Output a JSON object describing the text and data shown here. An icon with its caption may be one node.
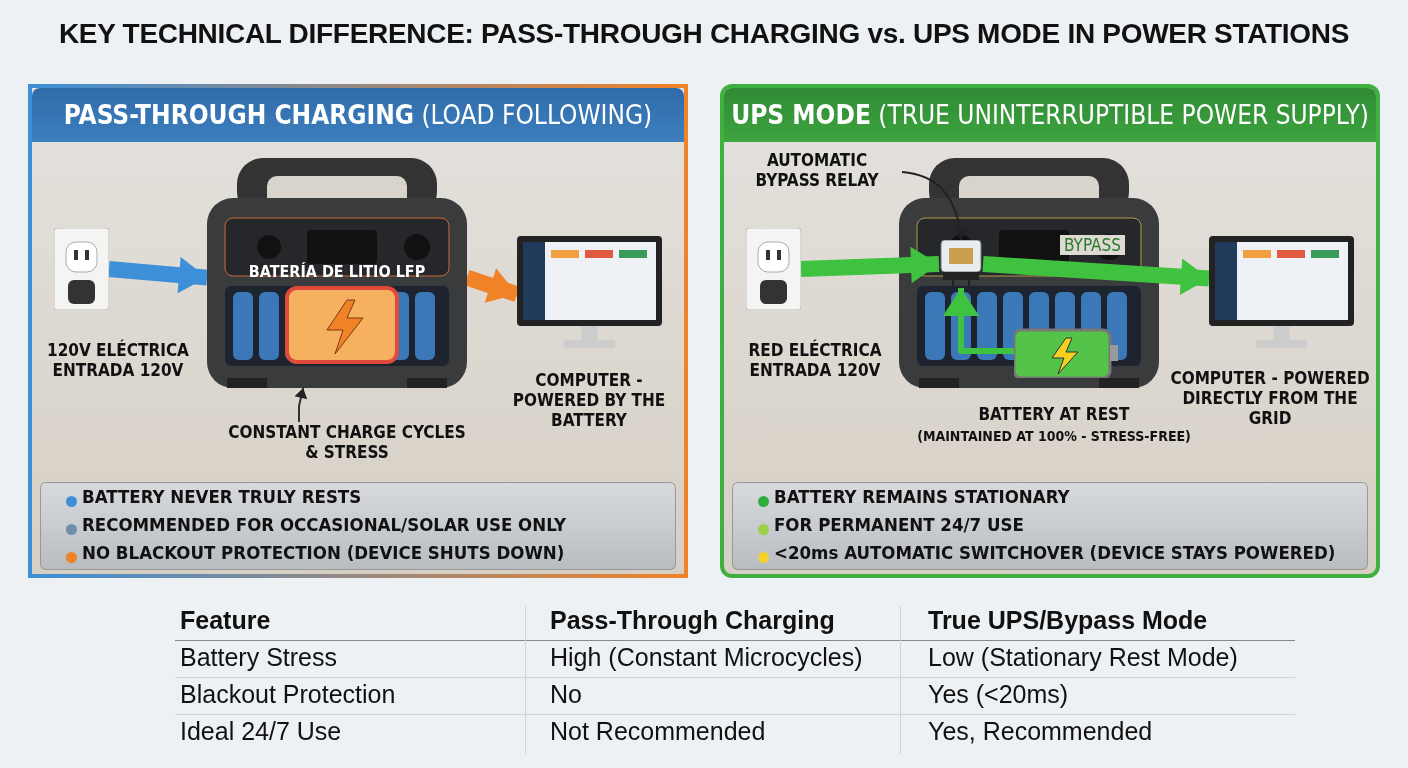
{
  "diagram": {
    "title": "KEY TECHNICAL DIFFERENCE: PASS-THROUGH CHARGING vs. UPS MODE IN POWER STATIONS",
    "nodes": [
      {
        "text": [
          "**PASS-THROUGH CHARGING** (LOAD FOLLOWING)"
        ]
      },
      {
        "text": [],
        "shape": "picture",
        "in": 0,
        "beside": [
          "120V ELÉCTRICA ENTRADA 120V"
        ]
      },
      {
        "text": [
          "BATERÍA DE LITIO LFP"
        ],
        "in": 0
      },
      {
        "text": [],
        "shape": "picture",
        "in": 0,
        "beside": [
          "COMPUTER - POWERED BY THE BATTERY"
        ]
      },
      {
        "text": [
          "CONSTANT CHARGE CYCLES & STRESS"
        ],
        "in": 0
      },
      {
        "text": [
          "BATTERY NEVER TRULY RESTS",
          "RECOMMENDED FOR OCCASIONAL/SOLAR USE ONLY",
          "NO BLACKOUT PROTECTION (DEVICE SHUTS DOWN)"
        ],
        "in": 0
      },
      {
        "text": [
          "**UPS MODE** (TRUE UNINTERRUPTIBLE POWER SUPPLY)"
        ]
      },
      {
        "text": [
          "AUTOMATIC BYPASS RELAY"
        ],
        "in": 6
      },
      {
        "text": [],
        "shape": "picture",
        "in": 6,
        "beside": [
          "RED ELÉCTRICA ENTRADA 120V"
        ]
      },
      {
        "text": [],
        "shape": "picture",
        "in": 6
      },
      {
        "text": [],
        "shape": "picture",
        "in": 6,
        "beside": [
          "BATTERY AT REST",
          "(MAINTAINED AT 100% - STRESS-FREE)"
        ]
      },
      {
        "text": [],
        "shape": "picture",
        "in": 6,
        "beside": [
          "COMPUTER - POWERED DIRECTLY FROM THE GRID"
        ]
      },
      {
        "text": [
          "BATTERY REMAINS STATIONARY",
          "FOR PERMANENT 24/7 USE",
          "**<20ms AUTOMATIC SWITCHOVER** (DEVICE STAYS POWERED)"
        ],
        "in": 6
      }
    ],
    "edges": [
      {
        "from": 1,
        "to": 2,
        "arrow": "to",
        "color": "#3d8fd8"
      },
      {
        "from": 2,
        "to": 3,
        "arrow": "to",
        "color": "#f08228"
      },
      {
        "from": 4,
        "to": 2,
        "arrow": "to",
        "color": "#222222"
      },
      {
        "from": 7,
        "to": 9,
        "arrow": "to",
        "color": "#222222"
      },
      {
        "from": 8,
        "to": 9,
        "arrow": "to",
        "color": "#3fc23f"
      },
      {
        "from": 9,
        "to": 11,
        "arrow": "to",
        "label": "BYPASS",
        "color": "#3fc23f"
      },
      {
        "from": 10,
        "to": 9,
        "arrow": "to",
        "color": "#3fc23f"
      }
    ],
    "labels": [
      "Feature",
      "Pass-Through Charging",
      "True UPS/Bypass Mode",
      "Battery Stress",
      "High (Constant Microcycles)",
      "Low (Stationary Rest Mode)",
      "Blackout Protection",
      "No",
      "Yes (<20ms)",
      "Ideal 24/7 Use",
      "Not Recommended",
      "Yes, Recommended"
    ]
  }
}
